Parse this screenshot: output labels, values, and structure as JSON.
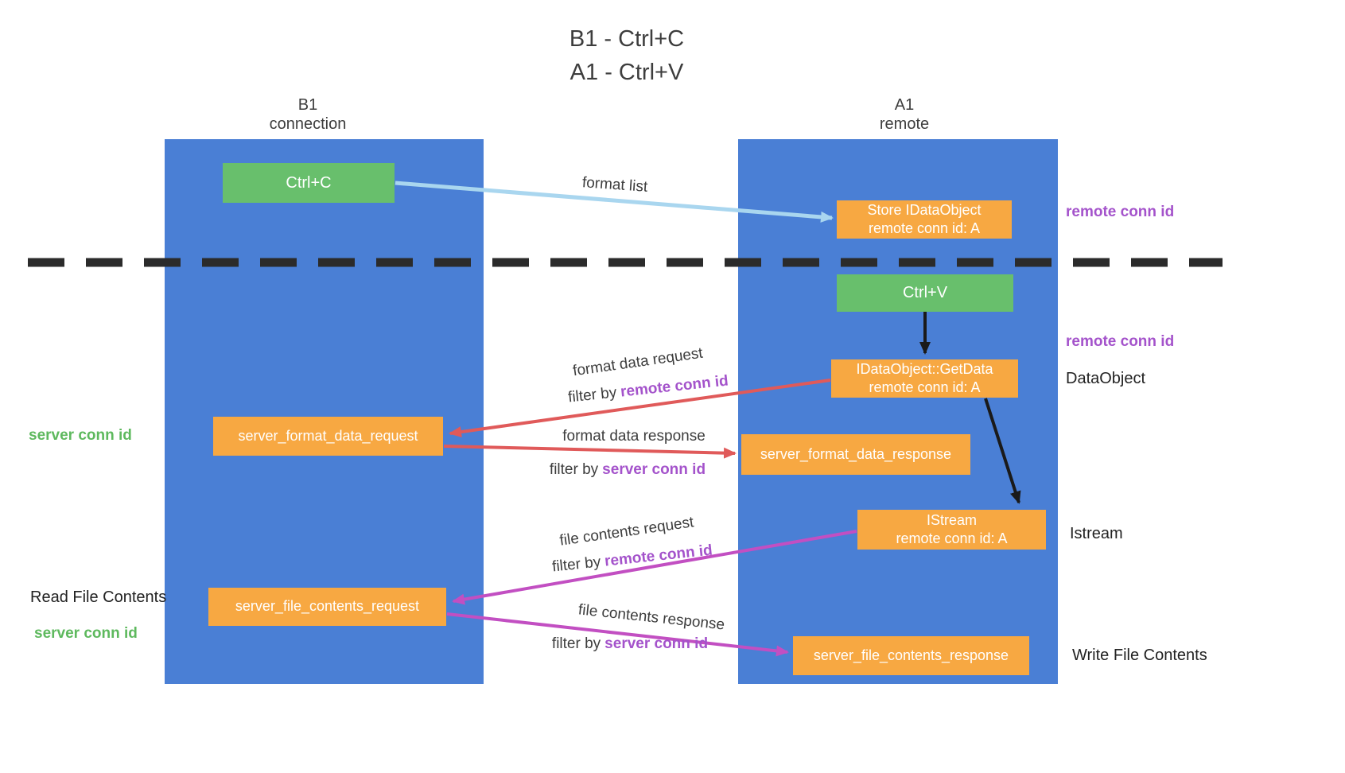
{
  "title": {
    "line1": "B1 - Ctrl+C",
    "line2": "A1 - Ctrl+V"
  },
  "lanes": {
    "b1": {
      "name": "B1",
      "sub": "connection"
    },
    "a1": {
      "name": "A1",
      "sub": "remote"
    }
  },
  "nodes": {
    "ctrl_c": {
      "label": "Ctrl+C"
    },
    "store_idataobject": {
      "line1": "Store IDataObject",
      "line2": "remote conn id: A"
    },
    "ctrl_v": {
      "label": "Ctrl+V"
    },
    "getdata": {
      "line1": "IDataObject::GetData",
      "line2": "remote conn id: A"
    },
    "format_request": {
      "label": "server_format_data_request"
    },
    "format_response": {
      "label": "server_format_data_response"
    },
    "istream": {
      "line1": "IStream",
      "line2": "remote conn id: A"
    },
    "file_request": {
      "label": "server_file_contents_request"
    },
    "file_response": {
      "label": "server_file_contents_response"
    }
  },
  "side_labels": {
    "remote_conn_id_top": "remote conn id",
    "remote_conn_id_mid": "remote conn id",
    "data_object": "DataObject",
    "istream": "Istream",
    "write_file_contents": "Write File Contents",
    "server_conn_id_mid": "server conn id",
    "read_file_contents": "Read File Contents",
    "server_conn_id_bottom": "server conn id"
  },
  "arrow_labels": {
    "format_list": "format list",
    "format_data_request": "format data request",
    "format_data_response": "format data response",
    "file_contents_request": "file contents request",
    "file_contents_response": "file contents response",
    "filter_by": "filter by",
    "remote_conn_id": "remote conn id",
    "server_conn_id": "server conn id"
  },
  "colors": {
    "lane_blue": "#4a7fd5",
    "green_box": "#68bf6c",
    "orange_box": "#f7a842",
    "purple_text": "#a453cb",
    "green_text": "#5eb95e",
    "red_arrow": "#e05a5a",
    "magenta_arrow": "#c24fc2",
    "light_blue_arrow": "#a9d6ef",
    "black_arrow": "#1a1a1a",
    "dashed_separator": "#2b2b2b"
  }
}
